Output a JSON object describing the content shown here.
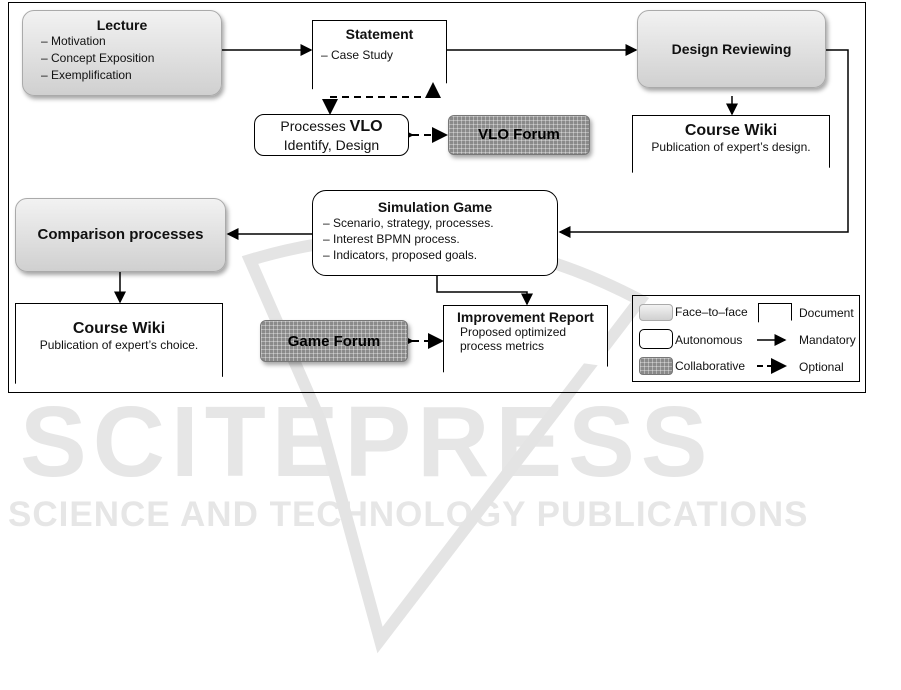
{
  "lecture": {
    "title": "Lecture",
    "items": [
      "– Motivation",
      "– Concept Exposition",
      "– Exemplification"
    ]
  },
  "statement": {
    "title": "Statement",
    "items": [
      "– Case Study"
    ]
  },
  "design_reviewing": {
    "title": "Design Reviewing"
  },
  "processes_vlo": {
    "line1a": "Processes ",
    "line1b": "VLO",
    "line2": "Identify, Design"
  },
  "vlo_forum": {
    "title": "VLO Forum"
  },
  "course_wiki_1": {
    "title": "Course Wiki",
    "text": "Publication of expert’s design."
  },
  "simulation_game": {
    "title": "Simulation Game",
    "items": [
      "– Scenario, strategy, processes.",
      "– Interest  BPMN process.",
      "– Indicators, proposed goals."
    ]
  },
  "comparison": {
    "title": "Comparison processes"
  },
  "course_wiki_2": {
    "title": "Course Wiki",
    "text": "Publication of expert’s choice."
  },
  "game_forum": {
    "title": "Game Forum"
  },
  "improvement_report": {
    "title": "Improvement Report",
    "line1": "Proposed optimized",
    "line2": "process metrics"
  },
  "legend": {
    "face_to_face": "Face–to–face",
    "autonomous": "Autonomous",
    "collaborative": "Collaborative",
    "document": "Document",
    "mandatory": "Mandatory",
    "optional": "Optional"
  },
  "watermark": {
    "brand": "SCITEPRESS",
    "tagline": "SCIENCE AND TECHNOLOGY PUBLICATIONS"
  }
}
